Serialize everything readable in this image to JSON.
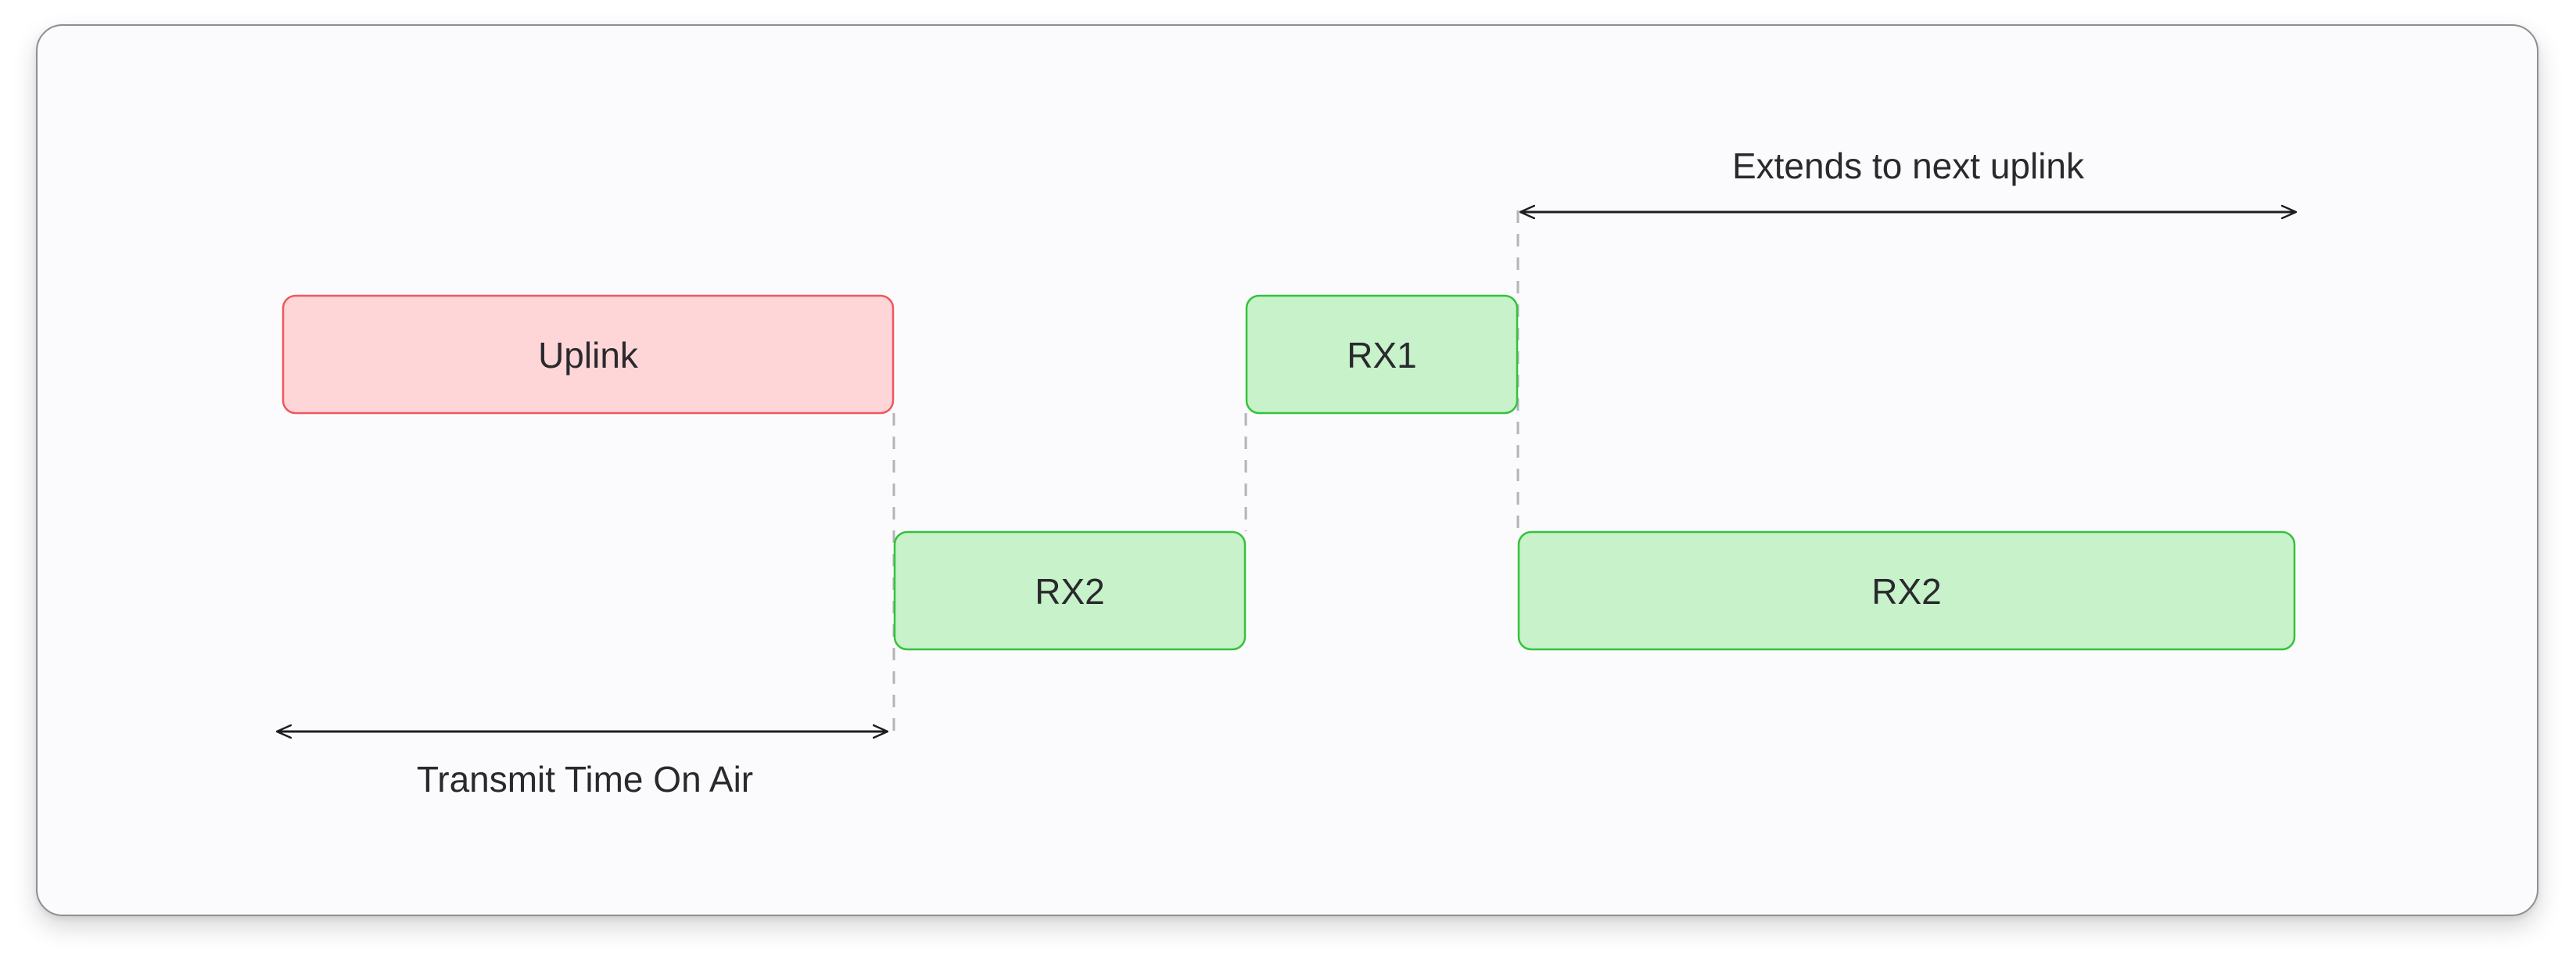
{
  "diagram": {
    "blocks": {
      "uplink": "Uplink",
      "rx1": "RX1",
      "rx2_first": "RX2",
      "rx2_second": "RX2"
    },
    "annotations": {
      "extends": "Extends to next uplink",
      "transmit": "Transmit Time On Air"
    },
    "colors": {
      "uplink_fill": "#ffd6d8",
      "uplink_stroke": "#f0575d",
      "rx_fill": "#c7f2ca",
      "rx_stroke": "#35c23d",
      "guide": "#b3b3b8",
      "arrow": "#1e1e22"
    }
  }
}
